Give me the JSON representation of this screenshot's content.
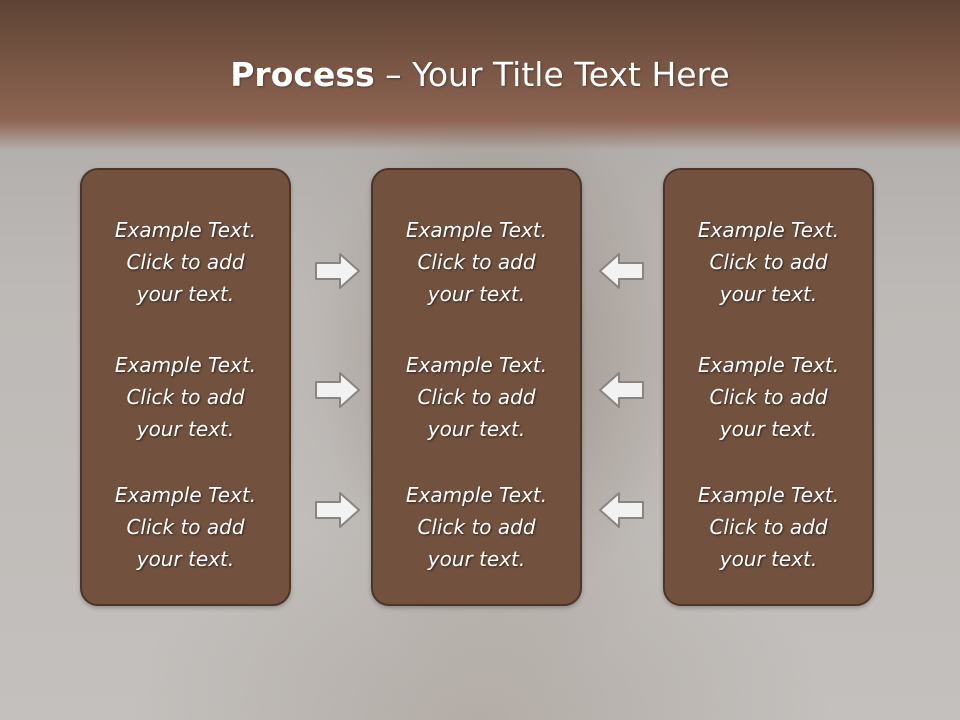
{
  "slide": {
    "title_bold": "Process",
    "title_rest": " – Your Title Text Here",
    "panels": [
      {
        "blocks": [
          {
            "line1": "Example Text.",
            "line2": "Click  to add",
            "line3": "your text."
          },
          {
            "line1": "Example Text.",
            "line2": "Click  to add",
            "line3": "your text."
          },
          {
            "line1": "Example Text.",
            "line2": "Click  to add",
            "line3": "your text."
          }
        ]
      },
      {
        "blocks": [
          {
            "line1": "Example Text.",
            "line2": "Click  to add",
            "line3": "your text."
          },
          {
            "line1": "Example Text.",
            "line2": "Click  to add",
            "line3": "your text."
          },
          {
            "line1": "Example Text.",
            "line2": "Click  to add",
            "line3": "your text."
          }
        ]
      },
      {
        "blocks": [
          {
            "line1": "Example Text.",
            "line2": "Click  to add",
            "line3": "your text."
          },
          {
            "line1": "Example Text.",
            "line2": "Click  to add",
            "line3": "your text."
          },
          {
            "line1": "Example Text.",
            "line2": "Click  to add",
            "line3": "your text."
          }
        ]
      }
    ],
    "arrow_icons": {
      "left_side": "arrow-right-icon",
      "right_side": "arrow-left-icon"
    },
    "colors": {
      "panel_fill": "#72523f",
      "panel_border": "#4c3428",
      "title_band": "#7a5645",
      "arrow_fill": "#f2f2f2",
      "arrow_stroke": "#8a8480"
    }
  }
}
